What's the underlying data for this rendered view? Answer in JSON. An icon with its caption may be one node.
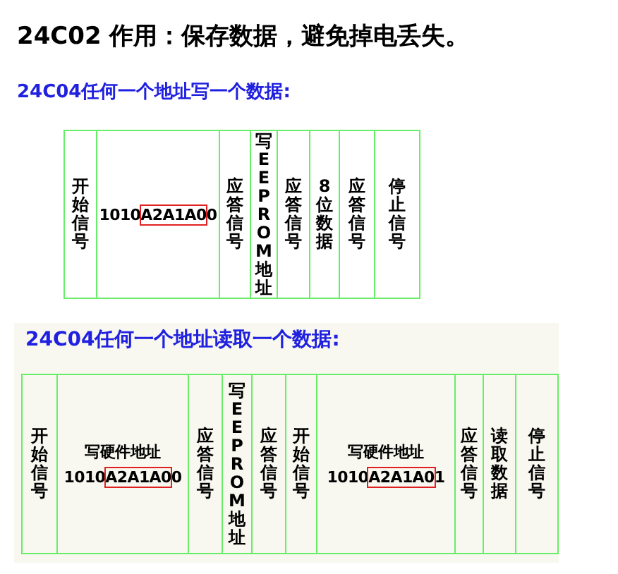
{
  "diagram": {
    "title": "24C02 作用：保存数据，避免掉电丢失。",
    "labels": [
      "24C04任何一个地址写一个数据:",
      "开始信号",
      "1010A2A1A00",
      "应答信号",
      "写EEPROM地址",
      "应答信号",
      "8位数据",
      "应答信号",
      "停止信号",
      "24C04任何一个地址读取一个数据:",
      "开始信号",
      "写硬件地址",
      "1010A2A1A00",
      "应答信号",
      "写EEPROM地址",
      "应答信号",
      "开始信号",
      "写硬件地址",
      "1010A2A1A01",
      "应答信号",
      "读取数据",
      "停止信号"
    ]
  }
}
